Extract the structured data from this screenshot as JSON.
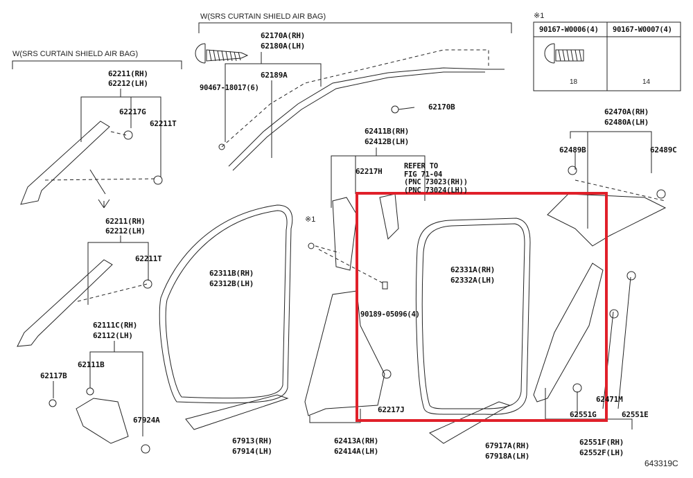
{
  "group_headers": {
    "left": "W(SRS CURTAIN SHIELD AIR BAG)",
    "top": "W(SRS CURTAIN SHIELD AIR BAG)"
  },
  "note_mark": "※1",
  "fastener_table": {
    "mark": "※1",
    "columns": [
      {
        "part": "90167-W0006(4)",
        "length": "18"
      },
      {
        "part": "90167-W0007(4)",
        "length": "14"
      }
    ]
  },
  "labels": {
    "p62211_rh_top": "62211(RH)",
    "p62212_lh_top": "62212(LH)",
    "p62217G": "62217G",
    "p62211T_top": "62211T",
    "p62170A": "62170A(RH)",
    "p62180A": "62180A(LH)",
    "p62189A": "62189A",
    "p90467": "90467-18017(6)",
    "p62170B": "62170B",
    "p62470A": "62470A(RH)",
    "p62480A": "62480A(LH)",
    "p62489B": "62489B",
    "p62489C": "62489C",
    "p62411B": "62411B(RH)",
    "p62412B": "62412B(LH)",
    "p62217H": "62217H",
    "refer1": "REFER TO",
    "refer2": "FIG 71-04",
    "refer3": "(PNC 73023(RH))",
    "refer4": "(PNC 73024(LH))",
    "p62211_rh_mid": "62211(RH)",
    "p62212_lh_mid": "62212(LH)",
    "p62211T_mid": "62211T",
    "p62311B": "62311B(RH)",
    "p62312B": "62312B(LH)",
    "p62331A": "62331A(RH)",
    "p62332A": "62332A(LH)",
    "p90189": "90189-05096(4)",
    "p62111C": "62111C(RH)",
    "p62112": "62112(LH)",
    "p62111B": "62111B",
    "p62117B": "62117B",
    "p67924A": "67924A",
    "p62217J": "62217J",
    "p62471M": "62471M",
    "p62551G": "62551G",
    "p62551E": "62551E",
    "p67913": "67913(RH)",
    "p67914": "67914(LH)",
    "p62413A": "62413A(RH)",
    "p62414A": "62414A(LH)",
    "p67917A": "67917A(RH)",
    "p67918A": "67918A(LH)",
    "p62551F": "62551F(RH)",
    "p62552F": "62552F(LH)"
  },
  "figure_id": "643319C",
  "highlight_color": "#e0202a"
}
